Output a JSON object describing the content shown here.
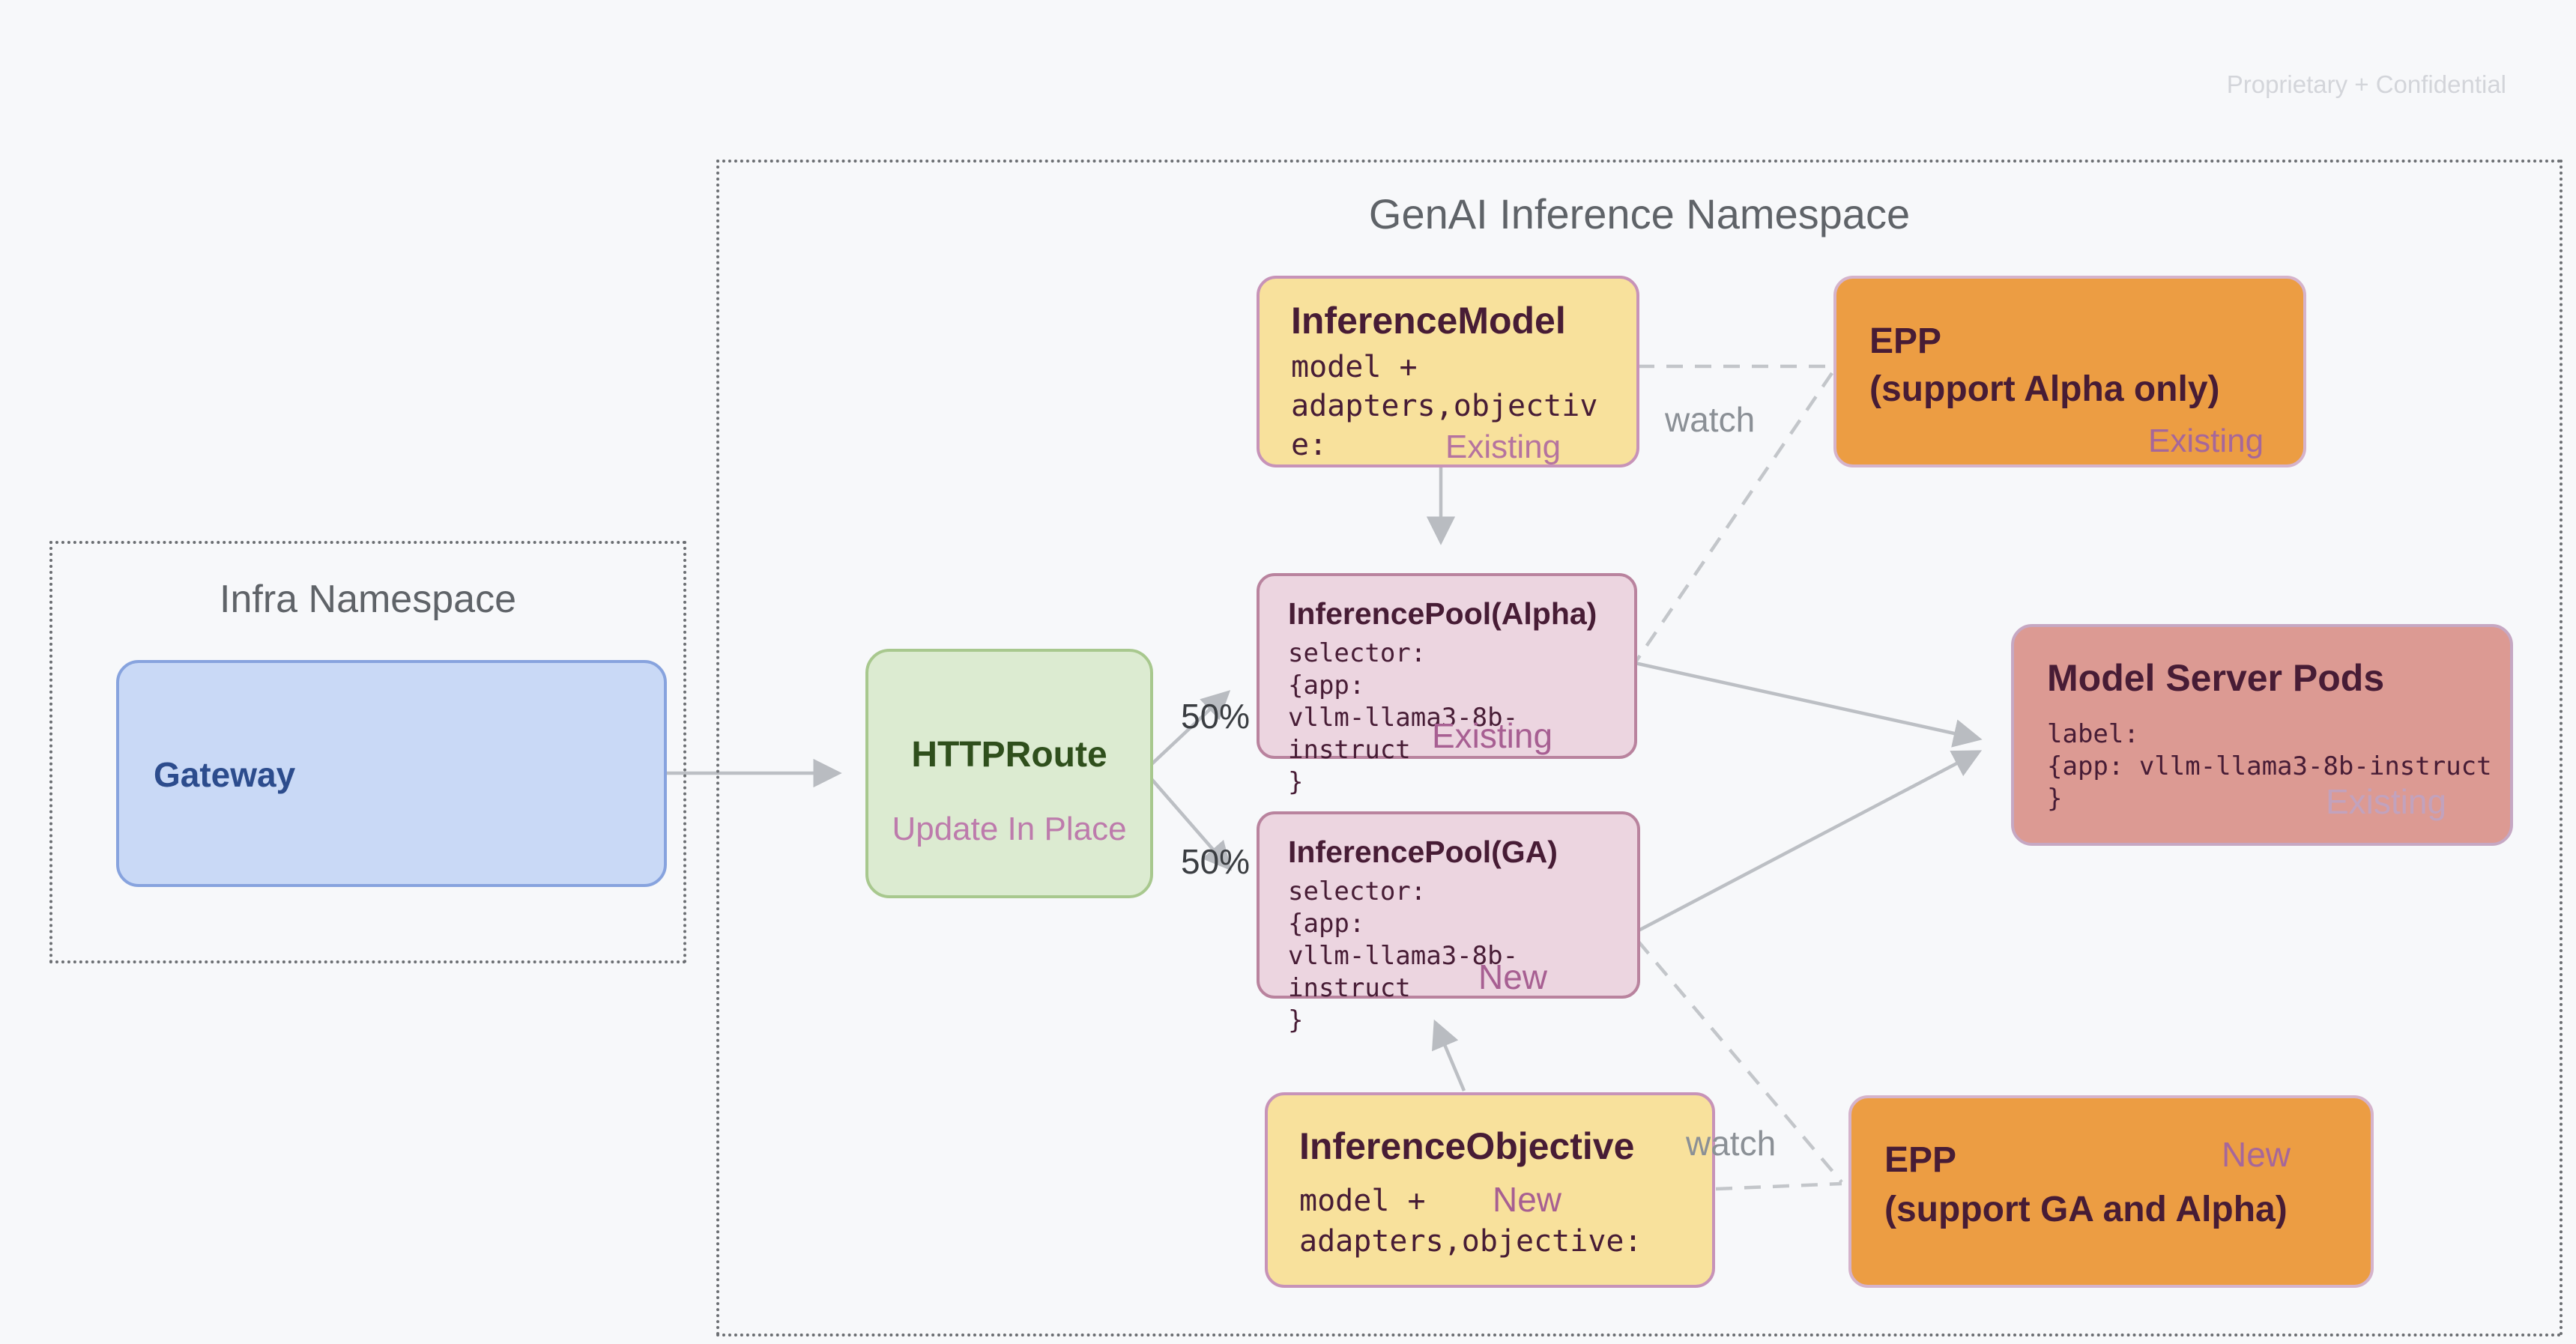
{
  "page": {
    "confidential_note": "Proprietary + Confidential"
  },
  "palette": {
    "background": "#f7f8fa",
    "yellow_fill": "#f8e19c",
    "yellow_border": "#c793b8",
    "orange_fill": "#ec9d43",
    "orange_border": "#d5b3cb",
    "pool_fill": "#ecd5e0",
    "pool_border": "#b9839e",
    "salmon_fill": "#dc9a93",
    "salmon_border": "#c6a8c3",
    "green_fill": "#dcebd1",
    "green_border": "#a8c88e",
    "blue_fill": "#c9d9f6",
    "blue_border": "#87a3de",
    "dark_plum_text": "#471c35",
    "dark_green_text": "#2f4f1c",
    "dark_blue_text": "#2c4c8d",
    "status_pink": "#a75f92",
    "status_mauve": "#b5739f",
    "gray_title": "#5f6368",
    "edge_gray": "#bcbfc4"
  },
  "infra_namespace": {
    "title": "Infra Namespace",
    "gateway": {
      "title": "Gateway"
    }
  },
  "genai_namespace": {
    "title": "GenAI Inference Namespace",
    "httproute": {
      "title": "HTTPRoute",
      "subtitle": "Update In Place"
    },
    "inference_model": {
      "title": "InferenceModel",
      "body": "model +\nadapters,objectiv\ne:",
      "status": "Existing"
    },
    "epp_alpha": {
      "title": "EPP\n(support Alpha only)",
      "status": "Existing"
    },
    "pool_alpha": {
      "title": "InferencePool(Alpha)",
      "body": "selector:\n{app:\nvllm-llama3-8b-instruct\n}",
      "status": "Existing"
    },
    "pool_ga": {
      "title": "InferencePool(GA)",
      "body": "selector:\n{app:\nvllm-llama3-8b-instruct\n}",
      "status": "New"
    },
    "model_server_pods": {
      "title": "Model Server Pods",
      "body": "label:\n{app: vllm-llama3-8b-instruct\n}",
      "status": "Existing"
    },
    "inference_objective": {
      "title": "InferenceObjective",
      "body_line1": "model +",
      "body_line2": "adapters,objective:",
      "status": "New"
    },
    "epp_ga": {
      "title": "EPP\n(support GA and Alpha)",
      "status": "New"
    },
    "edge_labels": {
      "split_top": "50%",
      "split_bottom": "50%",
      "watch_top": "watch",
      "watch_bottom": "watch"
    }
  }
}
